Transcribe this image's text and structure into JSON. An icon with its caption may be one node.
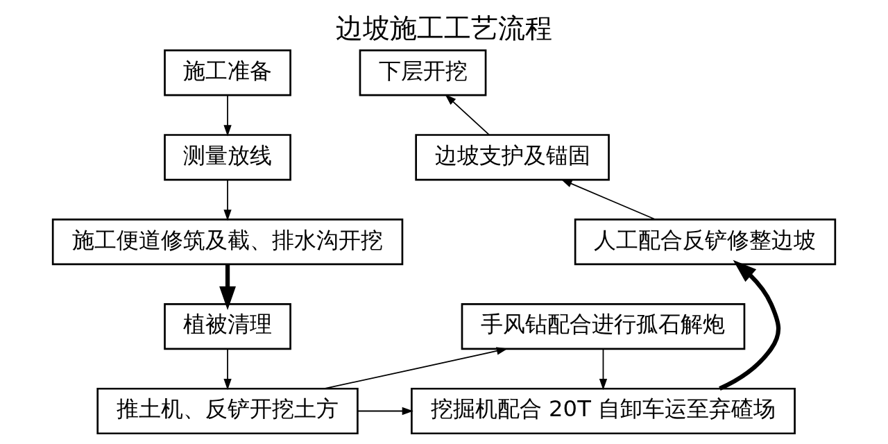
{
  "diagram": {
    "title": "边坡施工工艺流程",
    "nodes": [
      {
        "text": [
          "施工准备"
        ]
      },
      {
        "text": [
          "测量放线"
        ]
      },
      {
        "text": [
          "施工便道修筑及截、排水沟开挖"
        ]
      },
      {
        "text": [
          "植被清理"
        ]
      },
      {
        "text": [
          "推土机、反铲开挖土方"
        ]
      },
      {
        "text": [
          "手风钻配合进行孤石解炮"
        ]
      },
      {
        "text": [
          "挖掘机配合 20T 自卸车运至弃碴场"
        ]
      },
      {
        "text": [
          "人工配合反铲修整边坡"
        ]
      },
      {
        "text": [
          "边坡支护及锚固"
        ]
      },
      {
        "text": [
          "下层开挖"
        ]
      }
    ],
    "edges": [
      {
        "from": 0,
        "to": 1,
        "arrow": "to"
      },
      {
        "from": 1,
        "to": 2,
        "arrow": "to"
      },
      {
        "from": 2,
        "to": 3,
        "arrow": "to",
        "style": "thick"
      },
      {
        "from": 3,
        "to": 4,
        "arrow": "to"
      },
      {
        "from": 4,
        "to": 5,
        "arrow": "to"
      },
      {
        "from": 5,
        "to": 6,
        "arrow": "to"
      },
      {
        "from": 4,
        "to": 6,
        "arrow": "to"
      },
      {
        "from": 6,
        "to": 7,
        "arrow": "to",
        "style": "thick"
      },
      {
        "from": 7,
        "to": 8,
        "arrow": "to"
      },
      {
        "from": 8,
        "to": 9,
        "arrow": "to"
      }
    ]
  }
}
